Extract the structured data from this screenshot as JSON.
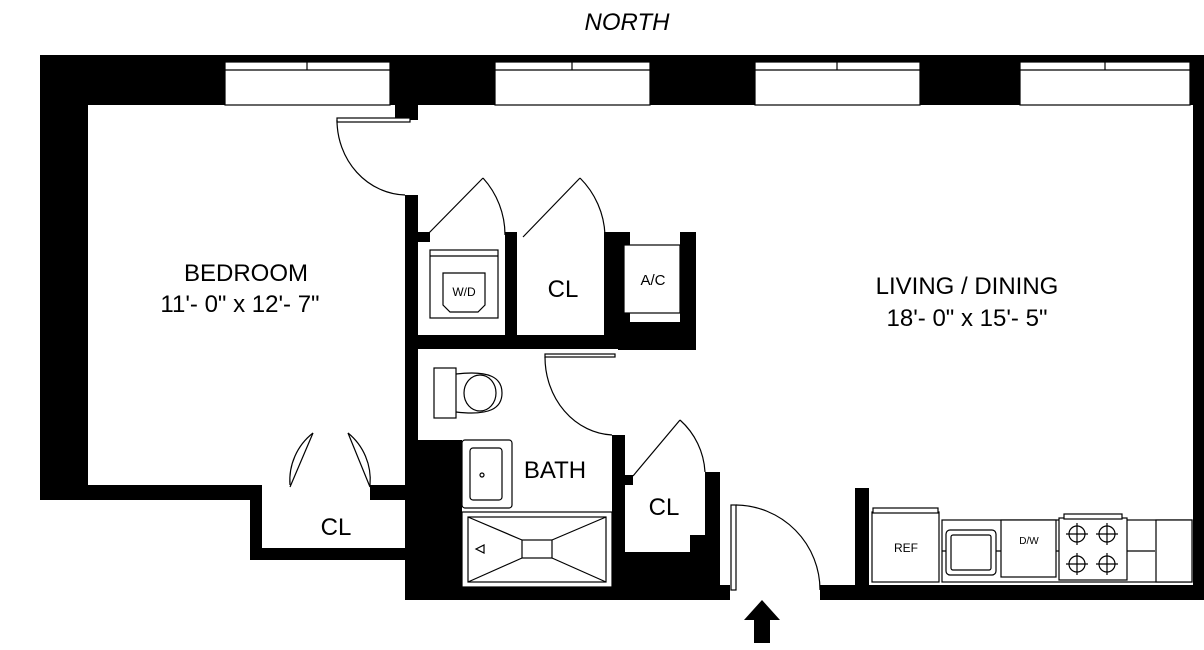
{
  "compass": {
    "north": "NORTH"
  },
  "rooms": {
    "bedroom": {
      "name": "BEDROOM",
      "size": "11'- 0\" x 12'- 7\""
    },
    "living": {
      "name": "LIVING / DINING",
      "size": "18'- 0\" x 15'- 5\""
    },
    "bath": {
      "name": "BATH"
    },
    "closet_bedroom": {
      "name": "CL"
    },
    "closet_hall_top": {
      "name": "CL"
    },
    "closet_hall_bottom": {
      "name": "CL"
    }
  },
  "fixtures": {
    "washer_dryer": "W/D",
    "air_conditioner": "A/C",
    "refrigerator": "REF",
    "dishwasher": "D/W"
  },
  "entry_icon": "arrow-up-icon"
}
